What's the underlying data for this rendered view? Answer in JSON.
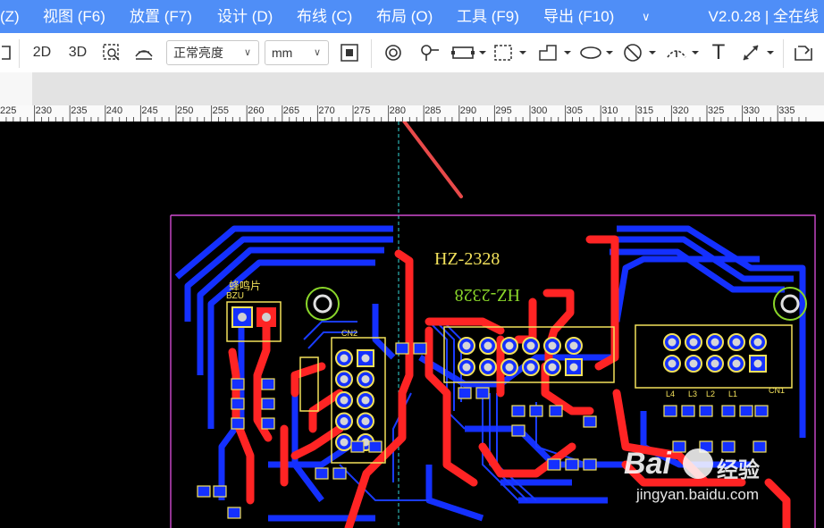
{
  "menu": {
    "items": [
      "(Z)",
      "视图 (F6)",
      "放置 (F7)",
      "设计 (D)",
      "布线 (C)",
      "布局 (O)",
      "工具 (F9)",
      "导出 (F10)"
    ],
    "more_icon": "chevron-down-icon",
    "version_label": "V2.0.28 | 全在线"
  },
  "toolbar": {
    "btn_2d": "2D",
    "btn_3d": "3D",
    "brightness": "正常亮度",
    "unit": "mm",
    "text_tool": "T"
  },
  "ruler": {
    "labels": [
      "225",
      "230",
      "235",
      "240",
      "245",
      "250",
      "255",
      "260",
      "265",
      "270",
      "275",
      "280",
      "285",
      "290",
      "295",
      "300",
      "305",
      "310",
      "315",
      "320",
      "325",
      "330",
      "335"
    ]
  },
  "board": {
    "silk_title_1": "HZ-2328",
    "silk_title_2": "HZ-2328",
    "buzzer_label": "蜂鸣片",
    "bzu_label": "BZU",
    "cn2_label": "CN2",
    "cn1_label": "CN1",
    "l_labels": [
      "L4",
      "L3",
      "L2",
      "L1"
    ]
  },
  "watermark": {
    "brand": "Bai",
    "brand2": "经验",
    "domain": "jingyan.baidu.com"
  },
  "colors": {
    "menubar": "#4f8ef7",
    "top_copper": "#ff2424",
    "bottom_copper": "#1430ff",
    "silkscreen": "#f2e15b",
    "outline": "#d04ad0",
    "annotation": "#e84a4a"
  }
}
